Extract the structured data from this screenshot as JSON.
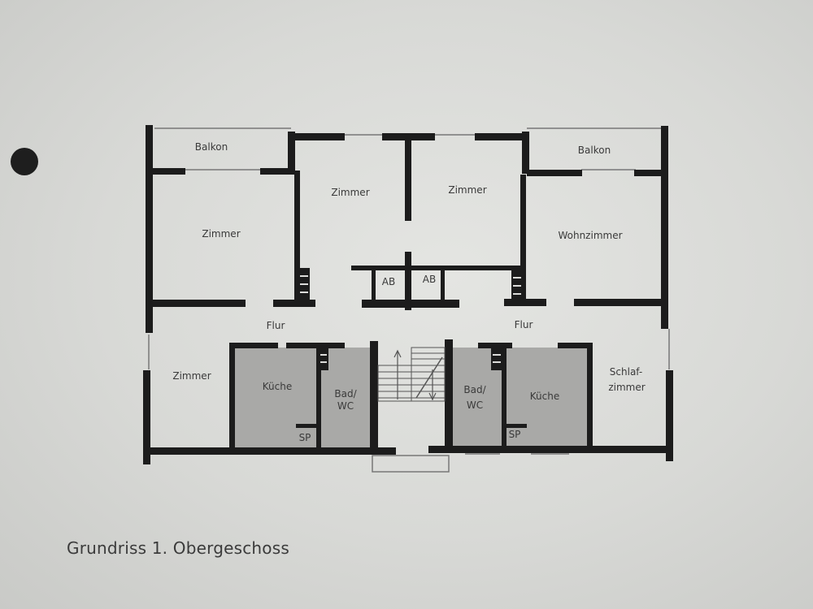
{
  "caption": "Grundriss 1. Obergeschoss",
  "colors": {
    "paper": "#dcdcda",
    "wall": "#1c1c1c",
    "tile_floor": "#a9a9a7",
    "window_line": "#777777",
    "label_text": "#3a3a3a"
  },
  "rooms": {
    "balkon_left": "Balkon",
    "balkon_right": "Balkon",
    "zimmer_nw": "Zimmer",
    "zimmer_center_left": "Zimmer",
    "zimmer_center_right": "Zimmer",
    "wohnzimmer": "Wohnzimmer",
    "ab_left": "AB",
    "ab_right": "AB",
    "flur_left": "Flur",
    "flur_right": "Flur",
    "zimmer_sw": "Zimmer",
    "kueche_left": "Küche",
    "bad_left_1": "Bad/",
    "bad_left_2": "WC",
    "bad_right_1": "Bad/",
    "bad_right_2": "WC",
    "kueche_right": "Küche",
    "schlaf_1": "Schlaf-",
    "schlaf_2": "zimmer",
    "sp_left": "SP",
    "sp_right": "SP"
  }
}
